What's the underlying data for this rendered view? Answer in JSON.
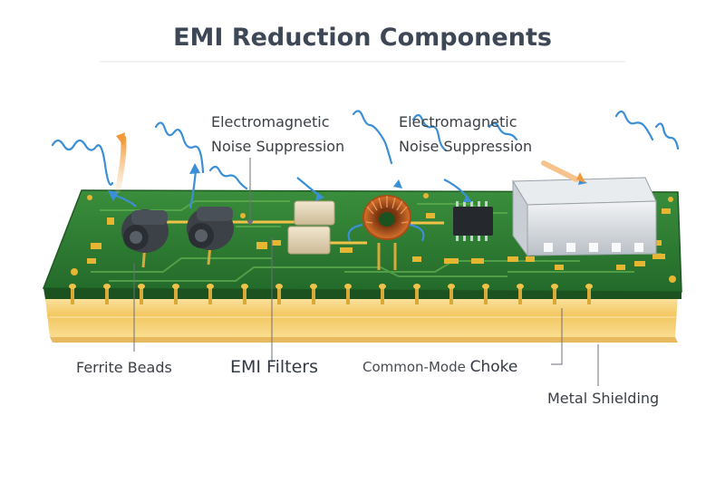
{
  "title": "EMI Reduction Components",
  "labels": {
    "noise_left_line1": "Electromagnetic",
    "noise_left_line2": "Noise Suppression",
    "noise_right_line1": "Electromagnetic",
    "noise_right_line2": "Noise Suppression",
    "ferrite_beads": "Ferrite Beads",
    "emi_filters": "EMI Filters",
    "common_mode_prefix": "Common-Mode",
    "common_mode_suffix": "Choke",
    "metal_shielding": "Metal Shielding"
  },
  "colors": {
    "pcb_green": "#2f7d34",
    "pcb_dark": "#1f5a24",
    "shield_gold": "#f3c14a",
    "pad_gold": "#e6b532",
    "wave_blue": "#3b8fd6",
    "arrow_orange": "#f3a24a",
    "label_line": "#6a7078"
  }
}
